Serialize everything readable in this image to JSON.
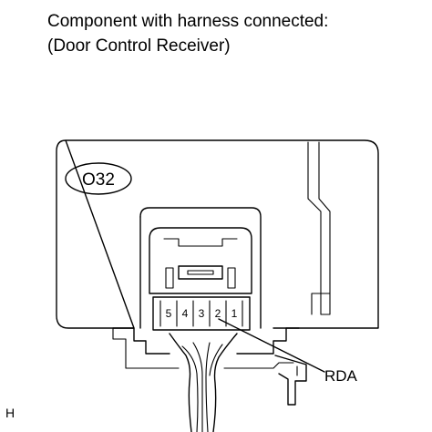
{
  "title": {
    "line1": "Component with harness connected:",
    "line2": "(Door Control Receiver)"
  },
  "connector": {
    "code": "O32",
    "pins": [
      "5",
      "4",
      "3",
      "2",
      "1"
    ],
    "terminal_label": "RDA"
  },
  "footer": {
    "mark": "H"
  }
}
